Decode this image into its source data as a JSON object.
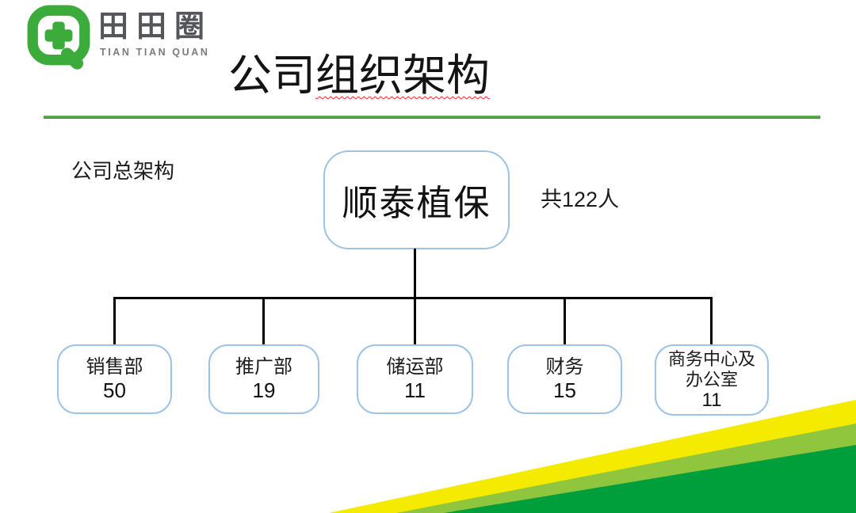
{
  "brand": {
    "logo_icon": "tian-tian-quan-q-cross-logo",
    "name_cn": "田田圈",
    "name_en": "TIAN TIAN QUAN"
  },
  "title": {
    "part1": "公司",
    "part2_underlined": "组织架构"
  },
  "section_label": "公司总架构",
  "org_chart": {
    "type": "tree",
    "root": {
      "name": "顺泰植保"
    },
    "total": {
      "prefix": "共",
      "number": "122",
      "suffix": "人"
    },
    "departments": [
      {
        "label": "销售部",
        "label2": "",
        "count": "50"
      },
      {
        "label": "推广部",
        "label2": "",
        "count": "19"
      },
      {
        "label": "储运部",
        "label2": "",
        "count": "11"
      },
      {
        "label": "财务",
        "label2": "",
        "count": "15"
      },
      {
        "label": "商务中心及",
        "label2": "办公室",
        "count": "11"
      }
    ]
  },
  "colors": {
    "brand_green": "#3bab3b",
    "divider_green": "#4ca546",
    "node_border_blue": "#9dc3e6",
    "connector_black": "#000000",
    "squiggle_red": "#ff2222",
    "decor_yellow": "#f4eb00",
    "decor_light_green": "#8fc63d",
    "decor_dark_green": "#009f3c",
    "brand_text_gray": "#55565a"
  }
}
